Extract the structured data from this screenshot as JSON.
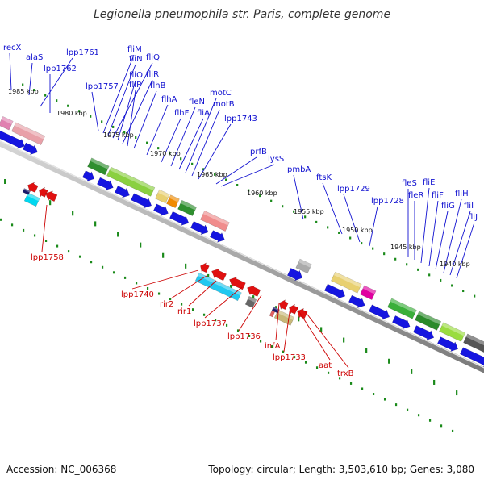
{
  "title": "Legionella pneumophila str. Paris, complete genome",
  "footer": {
    "accession": "Accession: NC_006368",
    "summary": "Topology: circular; Length: 3,503,610 bp; Genes: 3,080"
  },
  "colors": {
    "forward_gene_label": "#1010d0",
    "reverse_gene_label": "#cc0000",
    "backbone": "#888888",
    "tick": "#1a8a1a",
    "forward_arrow": "#1515e0",
    "reverse_arrow": "#e01010"
  },
  "scale_labels": [
    "1985 kbp",
    "1980 kbp",
    "1975 kbp",
    "1970 kbp",
    "1965 kbp",
    "1960 kbp",
    "1955 kbp",
    "1950 kbp",
    "1945 kbp",
    "1940 kbp"
  ],
  "forward_genes": [
    "recX",
    "alaS",
    "lpp1762",
    "lpp1761",
    "lpp1757",
    "fliM",
    "fliN",
    "fliQ",
    "fliO",
    "fliR",
    "fliP",
    "flhB",
    "flhA",
    "flhF",
    "fleN",
    "fliA",
    "motC",
    "motB",
    "lpp1743",
    "prfB",
    "lysS",
    "pmbA",
    "ftsK",
    "lpp1729",
    "lpp1728",
    "fleS",
    "fleR",
    "fliE",
    "fliF",
    "fliG",
    "fliH",
    "fliI",
    "fliJ"
  ],
  "reverse_genes": [
    "lpp1758",
    "lpp1740",
    "rir2",
    "rir1",
    "lpp1737",
    "lpp1736",
    "infA",
    "lpp1733",
    "aat",
    "trxB"
  ]
}
